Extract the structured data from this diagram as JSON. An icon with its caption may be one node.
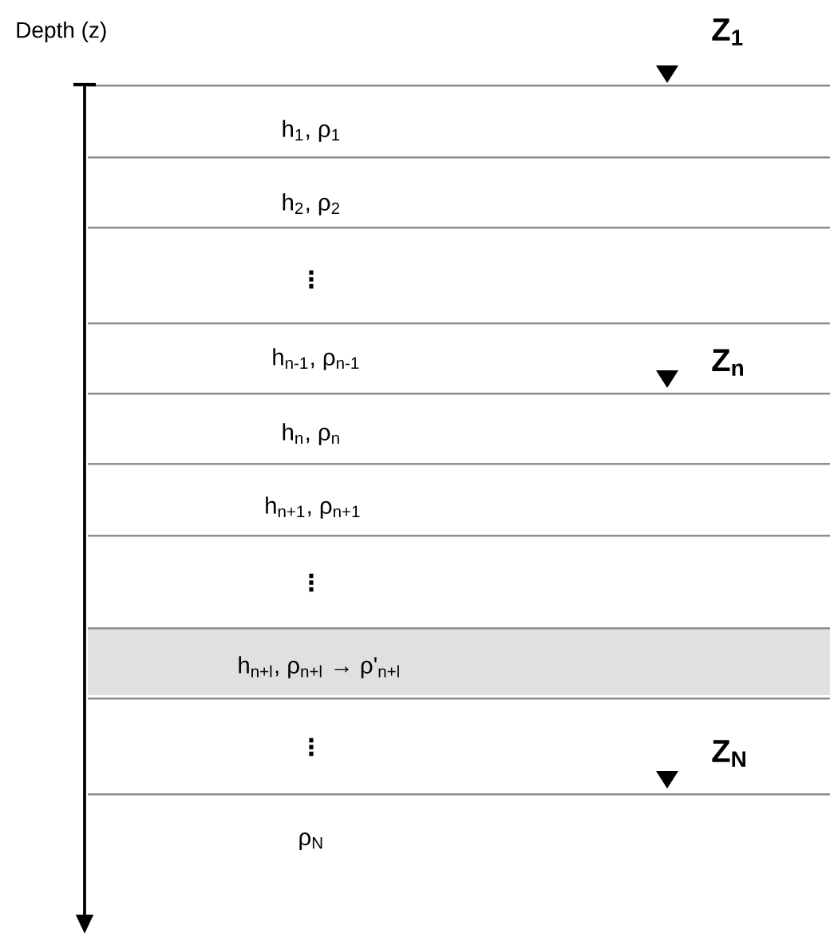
{
  "diagram": {
    "nodes": [
      {
        "text": [
          "h$_{1}$, ρ$_{1}$"
        ]
      },
      {
        "text": [
          "h$_{2}$, ρ$_{2}$"
        ]
      },
      {
        "text": [
          "⋮"
        ]
      },
      {
        "text": [
          "h$_{n-1}$, ρ$_{n-1}$"
        ]
      },
      {
        "text": [
          "h$_{n}$, ρ$_{n}$"
        ]
      },
      {
        "text": [
          "h$_{n+1}$, ρ$_{n+1}$"
        ]
      },
      {
        "text": [
          "⋮"
        ]
      },
      {
        "text": [
          "h$_{n+l}$, ρ$_{n+l}$ → ρ'$_{n+l}$"
        ]
      },
      {
        "text": [
          "⋮"
        ]
      },
      {
        "text": [
          "ρ$_{N}$"
        ]
      }
    ],
    "labels": [
      "Depth (z)",
      "Z$_{1}$",
      "Z$_{n}$",
      "Z$_{N}$"
    ]
  }
}
